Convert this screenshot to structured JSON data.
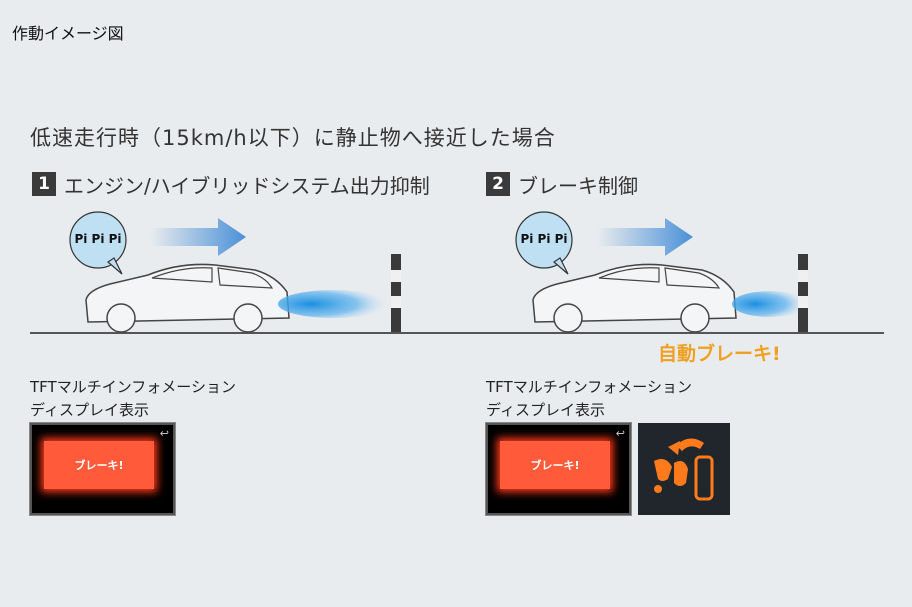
{
  "title": "作動イメージ図",
  "subtitle": "低速走行時（15km/h以下）に静止物へ接近した場合",
  "steps": [
    {
      "number": "1",
      "label": "エンジン/ハイブリッドシステム出力抑制"
    },
    {
      "number": "2",
      "label": "ブレーキ制御"
    }
  ],
  "beep_text": "Pi Pi Pi",
  "auto_brake_label": "自動ブレーキ!",
  "tft": {
    "label_line1": "TFTマルチインフォメーション",
    "label_line2": "ディスプレイ表示",
    "warning_text": "ブレーキ!",
    "back_symbol": "↩"
  },
  "colors": {
    "background": "#e9ecee",
    "arrow": "#4a90d8",
    "warning": "#ff5a3a",
    "auto_brake": "#f0a020",
    "indicator_icon": "#ff7a1a"
  }
}
